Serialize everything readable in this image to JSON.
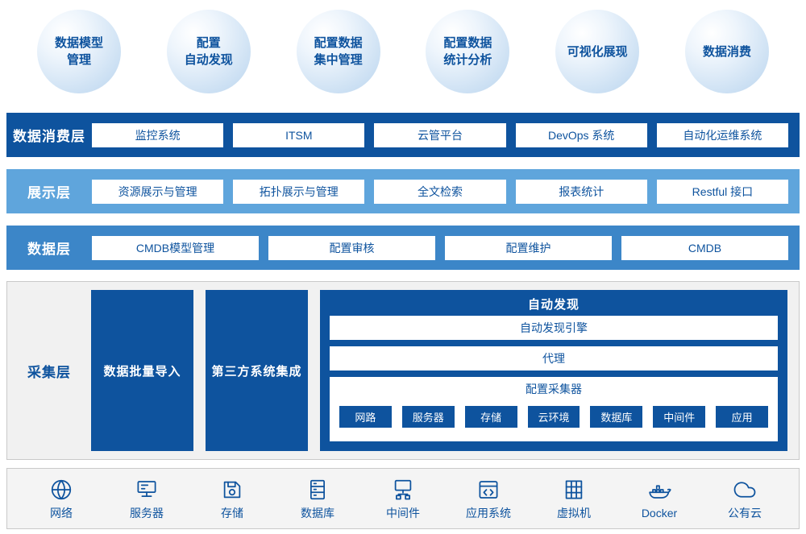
{
  "colors": {
    "dark_blue": "#0E539E",
    "medium_blue": "#3C86C8",
    "light_blue": "#5FA5DC",
    "panel_gray": "#F1F1F1",
    "border_gray": "#C9C9C9"
  },
  "bubbles": [
    {
      "label": "数据模型\n管理"
    },
    {
      "label": "配置\n自动发现"
    },
    {
      "label": "配置数据\n集中管理"
    },
    {
      "label": "配置数据\n统计分析"
    },
    {
      "label": "可视化展现"
    },
    {
      "label": "数据消费"
    }
  ],
  "layers": [
    {
      "key": "consumption",
      "style": "dark",
      "name": "数据消费层",
      "items": [
        "监控系统",
        "ITSM",
        "云管平台",
        "DevOps 系统",
        "自动化运维系统"
      ]
    },
    {
      "key": "display",
      "style": "light",
      "name": "展示层",
      "items": [
        "资源展示与管理",
        "拓扑展示与管理",
        "全文检索",
        "报表统计",
        "Restful 接口"
      ]
    },
    {
      "key": "data",
      "style": "medium",
      "name": "数据层",
      "items": [
        "CMDB模型管理",
        "配置审核",
        "配置维护",
        "CMDB"
      ]
    }
  ],
  "collection": {
    "name": "采集层",
    "vertical_blocks": [
      "数据批量导入",
      "第三方系统集成"
    ],
    "auto_discovery": {
      "title": "自动发现",
      "rows": [
        "自动发现引擎",
        "代理"
      ],
      "collector": {
        "title": "配置采集器",
        "items": [
          "网路",
          "服务器",
          "存储",
          "云环境",
          "数据库",
          "中间件",
          "应用"
        ]
      }
    }
  },
  "infrastructure": [
    {
      "icon": "network-icon",
      "label": "网络"
    },
    {
      "icon": "server-icon",
      "label": "服务器"
    },
    {
      "icon": "storage-icon",
      "label": "存储"
    },
    {
      "icon": "database-icon",
      "label": "数据库"
    },
    {
      "icon": "middleware-icon",
      "label": "中间件"
    },
    {
      "icon": "application-icon",
      "label": "应用系统"
    },
    {
      "icon": "vm-icon",
      "label": "虚拟机"
    },
    {
      "icon": "docker-icon",
      "label": "Docker"
    },
    {
      "icon": "cloud-icon",
      "label": "公有云"
    }
  ]
}
